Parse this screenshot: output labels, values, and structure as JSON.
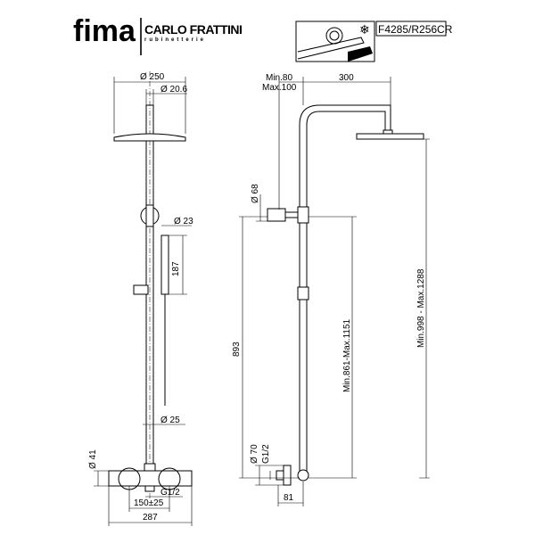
{
  "header": {
    "logo": "fima",
    "brand": "CARLO FRATTINI",
    "brand_sub": "rubinetterie",
    "model_code": "F4285/R256CR",
    "icon": "anti-scald-cold-touch-icon"
  },
  "front_view": {
    "head_diameter": "Ø 250",
    "arm_diameter": "Ø 20.6",
    "hand_shower_diameter": "Ø 23",
    "hand_shower_length": "187",
    "pipe_diameter": "Ø 25",
    "mixer_diameter": "Ø 41",
    "connection": "G1/2",
    "centers": "150±25",
    "mixer_width": "287"
  },
  "side_view": {
    "offset": "Min.80",
    "offset_max": "Max.100",
    "arm_length": "300",
    "holder_diameter": "Ø 68",
    "height_893": "893",
    "min_max_1": "Min.861-Max.1151",
    "min_max_2": "Min.998 - Max.1288",
    "flange_diameter": "Ø 70",
    "connection": "G1/2",
    "depth": "81"
  }
}
